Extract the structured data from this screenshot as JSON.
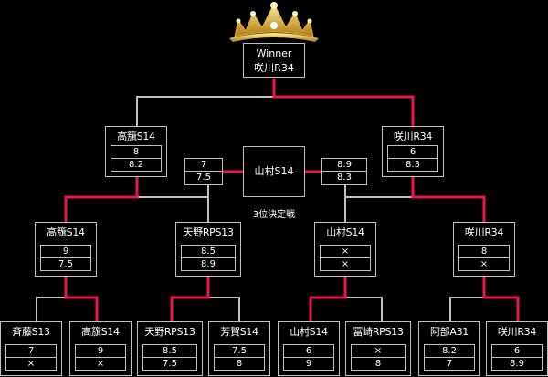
{
  "winner": {
    "label": "Winner",
    "name": "咲川R34"
  },
  "third_place": {
    "label": "3位決定戦",
    "name": "山村S14",
    "left_scores": [
      "7",
      "7.5"
    ],
    "right_scores": [
      "8.9",
      "8.3"
    ]
  },
  "colors": {
    "advance_line": "#e8174a",
    "line": "#c0c0c0",
    "crown": "#e0b030"
  },
  "semifinals": [
    {
      "name": "高籏S14",
      "scores": [
        "8",
        "8.2"
      ]
    },
    {
      "name": "咲川R34",
      "scores": [
        "6",
        "8.3"
      ]
    }
  ],
  "quarterfinals": [
    {
      "name": "高籏S14",
      "scores": [
        "9",
        "7.5"
      ]
    },
    {
      "name": "天野RPS13",
      "scores": [
        "8.5",
        "8.9"
      ]
    },
    {
      "name": "山村S14",
      "scores": [
        "×",
        "×"
      ]
    },
    {
      "name": "咲川R34",
      "scores": [
        "8",
        "×"
      ]
    }
  ],
  "first_round": [
    {
      "name": "斉藤S13",
      "scores": [
        "7",
        "×"
      ]
    },
    {
      "name": "高籏S14",
      "scores": [
        "9",
        "×"
      ]
    },
    {
      "name": "天野RPS13",
      "scores": [
        "8.5",
        "7.5"
      ]
    },
    {
      "name": "芳賀S14",
      "scores": [
        "7.5",
        "8"
      ]
    },
    {
      "name": "山村S14",
      "scores": [
        "6",
        "9"
      ]
    },
    {
      "name": "冨崎RPS13",
      "scores": [
        "×",
        "8"
      ]
    },
    {
      "name": "阿部A31",
      "scores": [
        "8.2",
        "7"
      ]
    },
    {
      "name": "咲川R34",
      "scores": [
        "6",
        "8.9"
      ]
    }
  ]
}
